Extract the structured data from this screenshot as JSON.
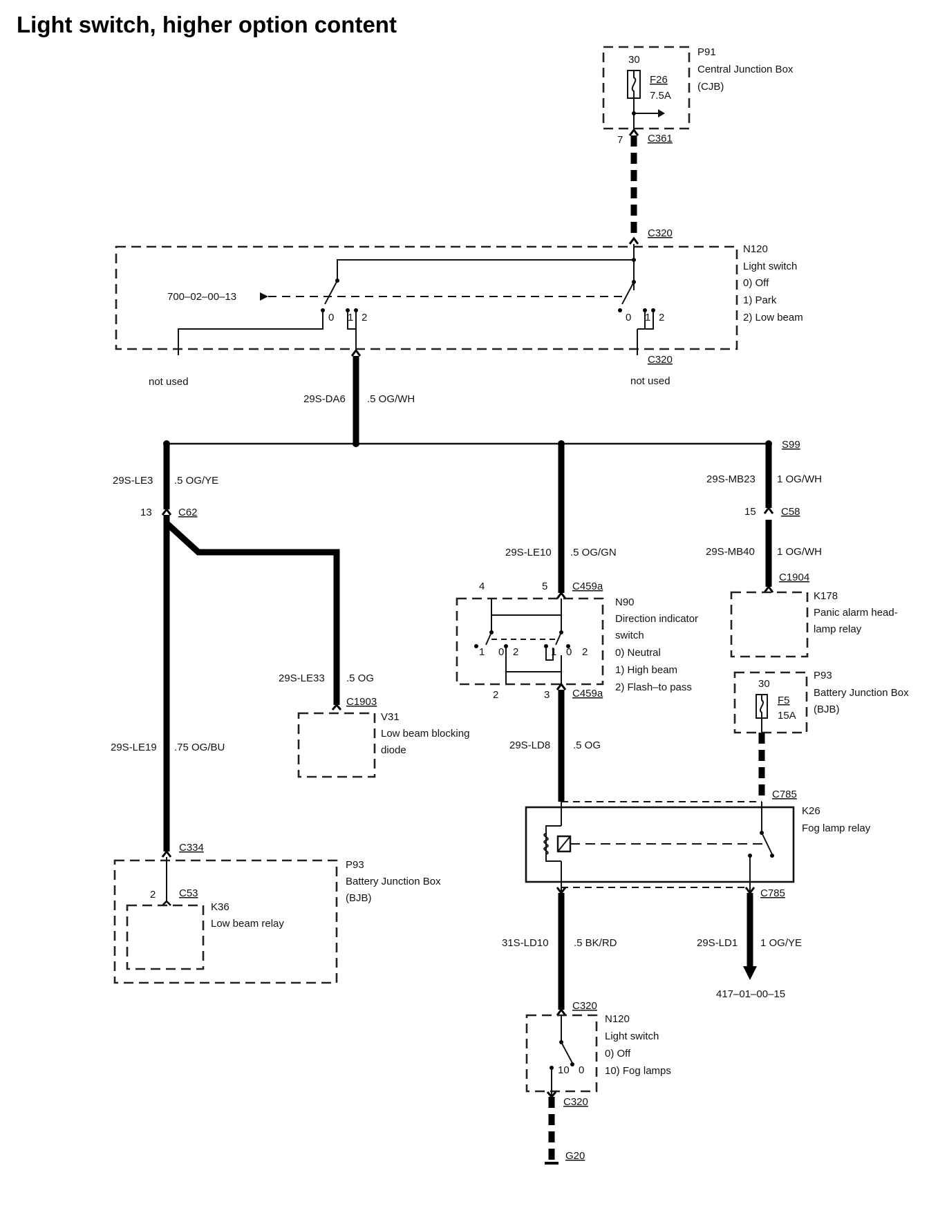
{
  "title": "Light switch, higher option content",
  "components": {
    "p91": {
      "id": "P91",
      "name": "Central Junction Box",
      "abbr": "(CJB)",
      "pin": "30",
      "fuse_id": "F26",
      "fuse_rating": "7.5A"
    },
    "n120_top": {
      "id": "N120",
      "name": "Light switch",
      "positions": [
        "0)    Off",
        "1)    Park",
        "2)    Low beam"
      ]
    },
    "ref_left": "700–02–00–13",
    "not_used_left": "not used",
    "not_used_right": "not used",
    "v31": {
      "id": "V31",
      "line1": "Low beam blocking",
      "line2": "diode"
    },
    "n90": {
      "id": "N90",
      "line1": "Direction indicator",
      "line2": "switch",
      "positions": [
        "0)    Neutral",
        "1)    High beam",
        "2)    Flash–to pass"
      ]
    },
    "k178": {
      "id": "K178",
      "line1": "Panic alarm head-",
      "line2": "lamp relay"
    },
    "p93_right": {
      "id": "P93",
      "name": "Battery Junction Box",
      "abbr": "(BJB)",
      "pin": "30",
      "fuse_id": "F5",
      "fuse_rating": "15A"
    },
    "k26": {
      "id": "K26",
      "name": "Fog lamp relay"
    },
    "p93_left": {
      "id": "P93",
      "name": "Battery Junction Box",
      "abbr": "(BJB)"
    },
    "k36": {
      "id": "K36",
      "name": "Low beam relay"
    },
    "n120_bottom": {
      "id": "N120",
      "name": "Light switch",
      "positions": [
        "0)    Off",
        "10)  Fog lamps"
      ]
    },
    "ref_bottom": "417–01–00–15"
  },
  "connectors": {
    "c361": "C361",
    "c320_a": "C320",
    "c320_b": "C320",
    "s99": "S99",
    "c62": "C62",
    "c58": "C58",
    "c1904": "C1904",
    "c459a_top": "C459a",
    "c459a_bottom": "C459a",
    "c1903": "C1903",
    "c785_top": "C785",
    "c785_bottom": "C785",
    "c334": "C334",
    "c53": "C53",
    "c320_c": "C320",
    "c320_d": "C320",
    "g20": "G20"
  },
  "wires": {
    "da6": {
      "code": "29S-DA6",
      "spec": ".5 OG/WH"
    },
    "le3": {
      "code": "29S-LE3",
      "spec": ".5 OG/YE"
    },
    "mb23": {
      "code": "29S-MB23",
      "spec": "1 OG/WH"
    },
    "mb40": {
      "code": "29S-MB40",
      "spec": "1 OG/WH"
    },
    "le10": {
      "code": "29S-LE10",
      "spec": ".5 OG/GN"
    },
    "le33": {
      "code": "29S-LE33",
      "spec": ".5 OG"
    },
    "le19": {
      "code": "29S-LE19",
      "spec": ".75 OG/BU"
    },
    "ld8": {
      "code": "29S-LD8",
      "spec": ".5 OG"
    },
    "ld10": {
      "code": "31S-LD10",
      "spec": ".5 BK/RD"
    },
    "ld1": {
      "code": "29S-LD1",
      "spec": "1 OG/YE"
    }
  },
  "pins": {
    "p7": "7",
    "p13": "13",
    "p15": "15",
    "p4": "4",
    "p5": "5",
    "p2": "2",
    "p3": "3",
    "p2_k36": "2",
    "sw_top_left": [
      "0",
      "1",
      "2"
    ],
    "sw_top_right": [
      "0",
      "1",
      "2"
    ],
    "n90_sw": [
      "1",
      "0",
      "2",
      "1",
      "0",
      "2"
    ],
    "n120b_sw": [
      "10",
      "0"
    ]
  }
}
